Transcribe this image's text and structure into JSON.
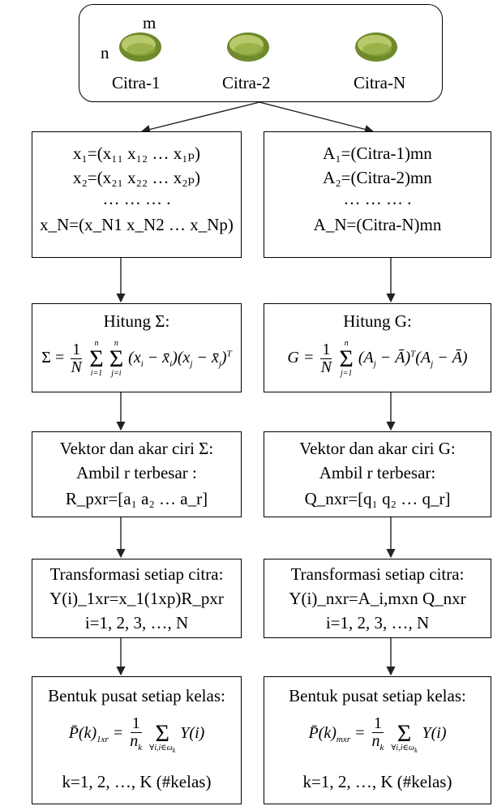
{
  "top": {
    "m_label": "m",
    "n_label": "n",
    "images": [
      {
        "caption": "Citra-1"
      },
      {
        "caption": "Citra-2"
      },
      {
        "caption": "Citra-N"
      }
    ]
  },
  "left": {
    "vectors": {
      "line1": "x₁=(x₁₁ x₁₂ … x₁ₚ)",
      "line2": "x₂=(x₂₁ x₂₂ … x₂ₚ)",
      "dots": "… … … .",
      "line4": "x_N=(x_N1 x_N2 … x_Np)"
    },
    "hitung": {
      "title": "Hitung Σ:"
    },
    "eigen": {
      "line1": "Vektor dan akar ciri Σ:",
      "line2": "Ambil r terbesar :",
      "line3": "R_pxr=[a₁ a₂ … a_r]"
    },
    "transform": {
      "line1": "Transformasi setiap citra:",
      "line2": "Y(i)_1xr=x_1(1xp)R_pxr",
      "line3": "i=1, 2, 3, …, N"
    },
    "center": {
      "line1": "Bentuk pusat setiap kelas:",
      "line3": "k=1, 2, …, K (#kelas)"
    }
  },
  "right": {
    "images": {
      "line1": "A₁=(Citra-1)mn",
      "line2": "A₂=(Citra-2)mn",
      "dots": "… … … .",
      "line4": "A_N=(Citra-N)mn"
    },
    "hitung": {
      "title": "Hitung G:"
    },
    "eigen": {
      "line1": "Vektor dan akar ciri G:",
      "line2": "Ambil r terbesar:",
      "line3": "Q_nxr=[q₁ q₂ … q_r]"
    },
    "transform": {
      "line1": "Transformasi setiap citra:",
      "line2": "Y(i)_nxr=A_i,mxn Q_nxr",
      "line3": "i=1, 2, 3, …, N"
    },
    "center": {
      "line1": "Bentuk pusat setiap kelas:",
      "line3": "k=1, 2, …, K (#kelas)"
    }
  },
  "colors": {
    "leaf_dark": "#6f8a2b",
    "leaf_light": "#b7c96a",
    "leaf_mid": "#8fa83f"
  }
}
